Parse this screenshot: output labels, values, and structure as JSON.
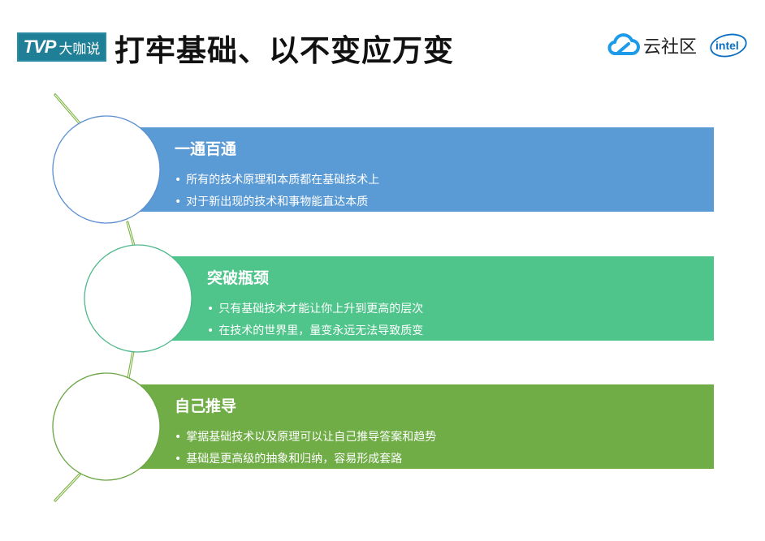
{
  "header": {
    "badge": {
      "tvp": "TVP",
      "name": "大咖说"
    },
    "title": "打牢基础、以不变应万变",
    "logos": {
      "cloud_text": "云社区",
      "intel_text": "intel"
    }
  },
  "colors": {
    "blue": "#5b9bd5",
    "teal_green": "#4fc48b",
    "olive_green": "#70ad47",
    "badge_teal": "#1f7f96",
    "cloud_blue": "#1e9be8",
    "intel_blue": "#0a6fc2"
  },
  "sections": [
    {
      "heading": "一通百通",
      "bullets": [
        "所有的技术原理和本质都在基础技术上",
        "对于新出现的技术和事物能直达本质"
      ]
    },
    {
      "heading": "突破瓶颈",
      "bullets": [
        "只有基础技术才能让你上升到更高的层次",
        "在技术的世界里，量变永远无法导致质变"
      ]
    },
    {
      "heading": "自己推导",
      "bullets": [
        "掌据基础技术以及原理可以让自己推导答案和趋势",
        "基础是更高级的抽象和归纳，容易形成套路"
      ]
    }
  ]
}
